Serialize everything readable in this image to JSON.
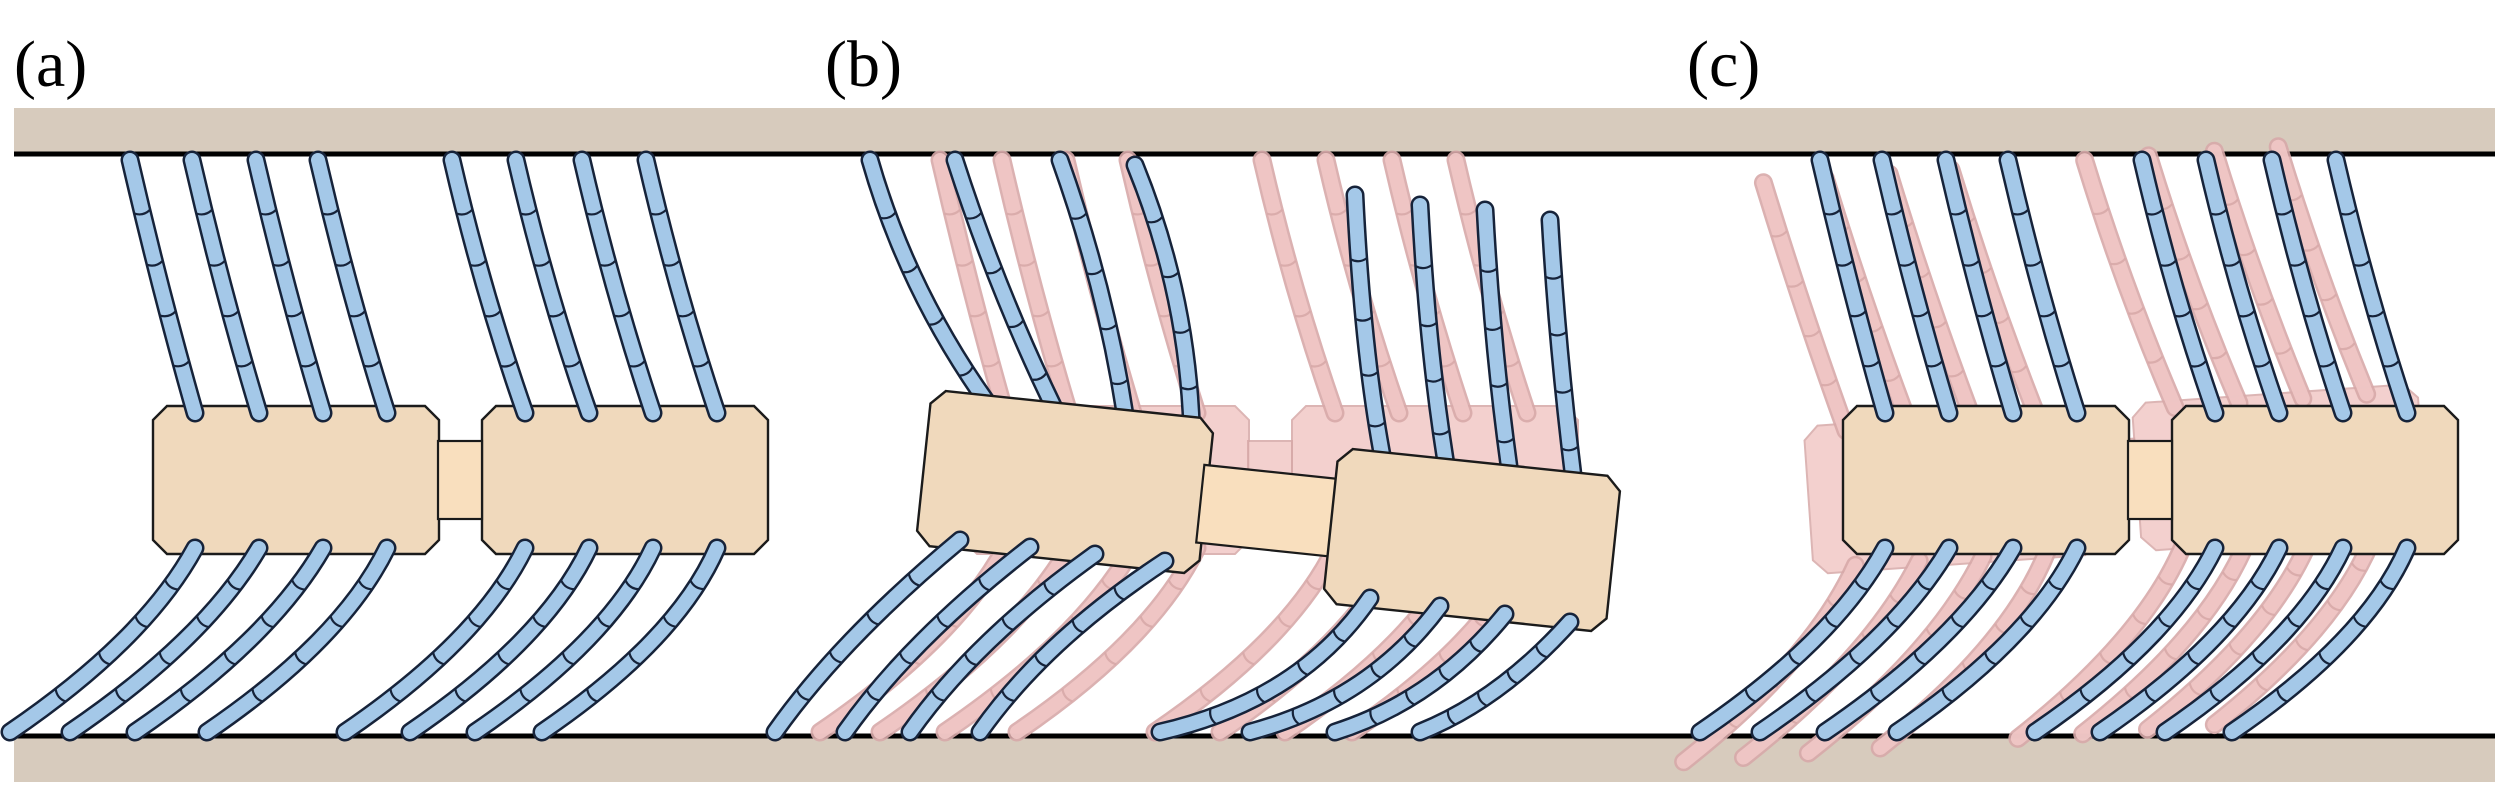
{
  "panels": [
    {
      "label": "(a)"
    },
    {
      "label": "(b)"
    },
    {
      "label": "(c)"
    }
  ],
  "colors": {
    "wall": "#d7cbbd",
    "wall_line": "#000000",
    "block": "#f0d9bc",
    "link": "#f9dfbe",
    "leg_fill": "#a4c8e8",
    "leg_stroke": "#16233a",
    "ghost_fill": "#f1c8c6",
    "ghost_stroke": "#d7a9a8"
  },
  "icons": {
    "leg": "segmented-tube-leg",
    "block": "rounded-body-block"
  }
}
